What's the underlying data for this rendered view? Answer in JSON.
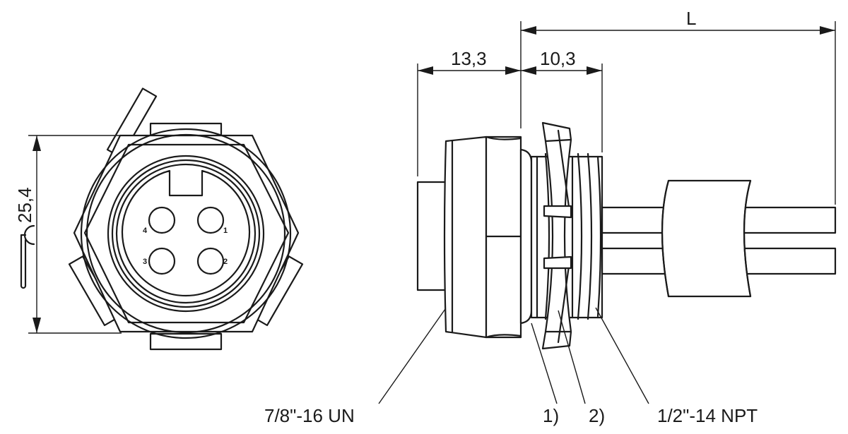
{
  "front_view": {
    "diameter_label": "25,4",
    "pins": [
      {
        "label": "1"
      },
      {
        "label": "2"
      },
      {
        "label": "3"
      },
      {
        "label": "4"
      }
    ]
  },
  "side_view": {
    "dim_front_length": "13,3",
    "dim_thread_length": "10,3",
    "dim_total_length": "L",
    "callouts": {
      "front_thread": "7/8\"-16 UN",
      "note_1": "1)",
      "note_2": "2)",
      "rear_thread": "1/2\"-14 NPT"
    }
  }
}
